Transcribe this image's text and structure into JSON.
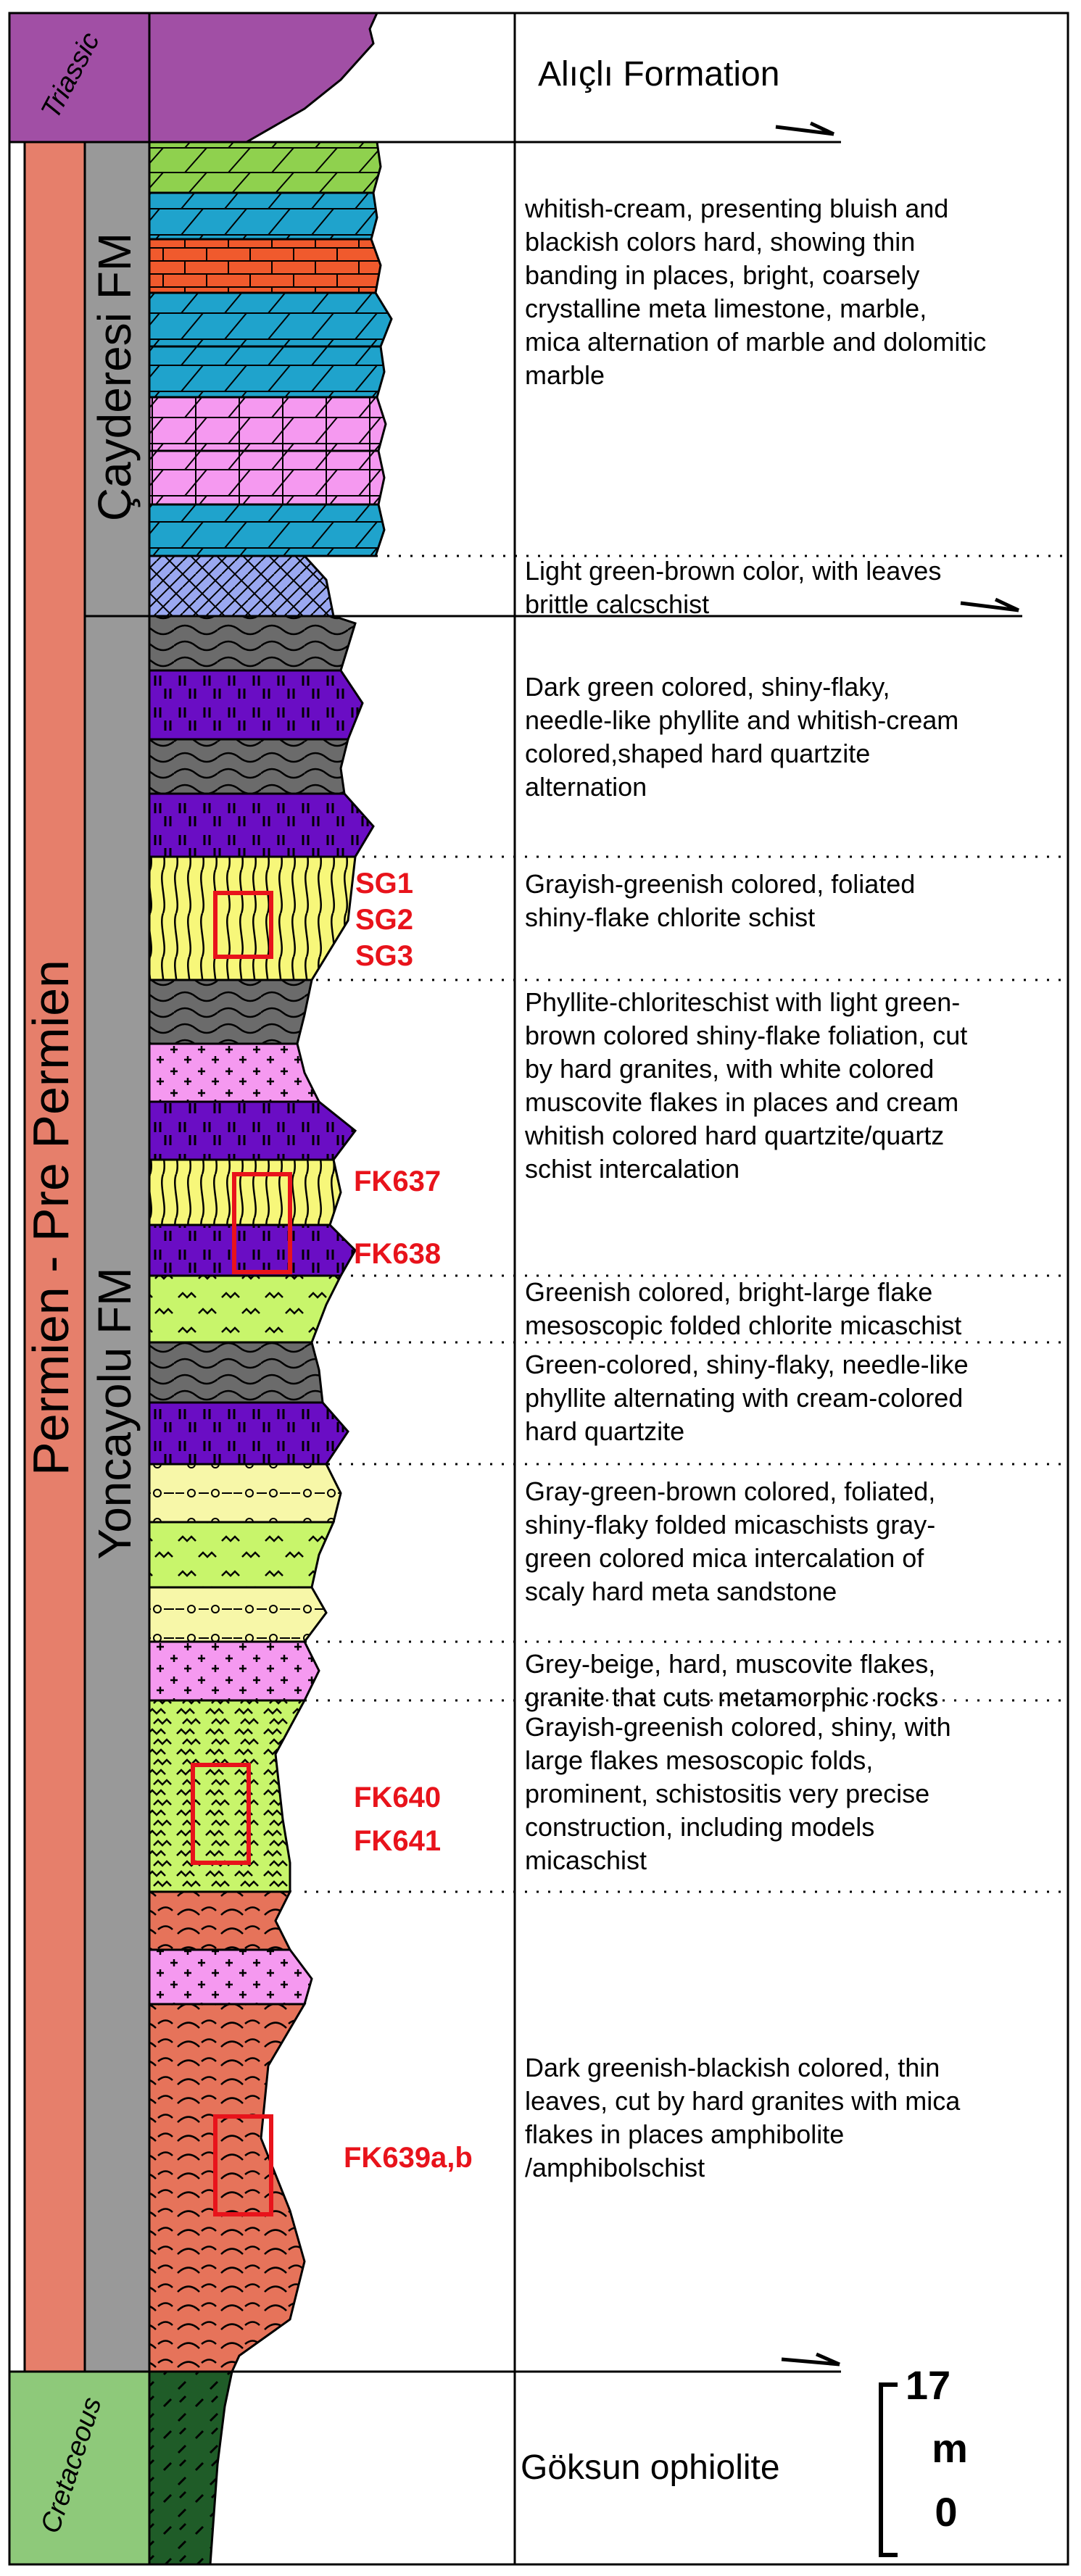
{
  "colors": {
    "triassic": "#a14fa5",
    "permien": "#e67f6b",
    "fm_gray": "#999999",
    "cretaceous": "#8ec97a",
    "marble_green": "#8fd14e",
    "limestone_blue": "#1fa3cc",
    "limestone_orange": "#f05a2d",
    "dolomite_pink": "#f599f0",
    "calcschist": "#9aa8f0",
    "phyllite_gray": "#6b6b6b",
    "quartzite_purple": "#6a0dc4",
    "chlorite_yellow": "#f7f77a",
    "granite_pink": "#f599f0",
    "micaschist_green": "#c8f56b",
    "sandstone_yellow": "#f7f7a8",
    "amphibolite": "#e6735a",
    "ophiolite": "#1f5c28",
    "sample_red": "#e8131b"
  },
  "periods": {
    "triassic": "Triassic",
    "permien": "Permien - Pre Permien",
    "cretaceous": "Cretaceous"
  },
  "formations": {
    "cayderesi": "Çayderesi FM",
    "yoncayolu": "Yoncayolu FM"
  },
  "units": {
    "top": "Alıçlı Formation",
    "bottom": "Göksun ophiolite"
  },
  "descriptions": [
    {
      "lines": [
        "whitish-cream, presenting bluish and",
        "blackish colors hard, showing thin",
        "banding in places, bright, coarsely",
        "crystalline meta limestone, marble,",
        "mica alternation of marble and dolomitic",
        "marble"
      ]
    },
    {
      "lines": [
        "Light green-brown color, with leaves",
        "brittle calcschist"
      ]
    },
    {
      "lines": [
        "Dark green colored, shiny-flaky,",
        "needle-like phyllite and whitish-cream",
        "colored,shaped hard quartzite",
        "alternation"
      ]
    },
    {
      "lines": [
        "Grayish-greenish colored, foliated",
        "shiny-flake chlorite schist"
      ]
    },
    {
      "lines": [
        "Phyllite-chloriteschist with light green-",
        "brown colored shiny-flake foliation, cut",
        "by hard granites, with white colored",
        "muscovite flakes in places and cream",
        "whitish colored hard quartzite/quartz",
        "schist intercalation"
      ]
    },
    {
      "lines": [
        "Greenish colored, bright-large flake",
        "mesoscopic folded chlorite micaschist"
      ]
    },
    {
      "lines": [
        "Green-colored, shiny-flaky, needle-like",
        "phyllite alternating with cream-colored",
        "hard quartzite"
      ]
    },
    {
      "lines": [
        "Gray-green-brown colored, foliated,",
        "shiny-flaky folded micaschists gray-",
        "green colored mica intercalation of",
        "scaly hard meta sandstone"
      ]
    },
    {
      "lines": [
        "Grey-beige, hard, muscovite flakes,",
        "granite that cuts metamorphic rocks"
      ]
    },
    {
      "lines": [
        "Grayish-greenish colored, shiny, with",
        "large flakes mesoscopic folds,",
        "prominent, schistositis very precise",
        "construction, including models",
        "micaschist"
      ]
    },
    {
      "lines": [
        "Dark greenish-blackish colored, thin",
        "leaves, cut by hard granites with mica",
        "flakes in places amphibolite",
        "/amphibolschist"
      ]
    }
  ],
  "samples": [
    "SG1",
    "SG2",
    "SG3",
    "FK637",
    "FK638",
    "FK640",
    "FK641",
    "FK639a,b"
  ],
  "scale": {
    "max": "17",
    "unit": "m",
    "min": "0"
  }
}
